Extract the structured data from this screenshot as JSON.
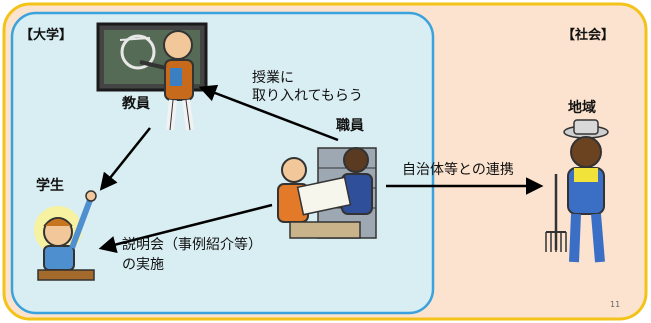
{
  "regions": {
    "university_label": "【大学】",
    "society_label": "【社会】"
  },
  "actors": {
    "teacher": "教員",
    "student": "学生",
    "staff": "職員",
    "community": "地域"
  },
  "annotations": {
    "to_teacher_line1": "授業に",
    "to_teacher_line2": "取り入れてもらう",
    "to_student_line1": "説明会（事例紹介等）",
    "to_student_line2": "の実施",
    "to_community": "自治体等との連携"
  },
  "page_number": "11",
  "colors": {
    "university_fill": "#d9eef3",
    "university_border": "#3aa2dc",
    "society_fill": "#fbe3cf",
    "outer_border": "#f3c31a",
    "arrow": "#000000"
  }
}
